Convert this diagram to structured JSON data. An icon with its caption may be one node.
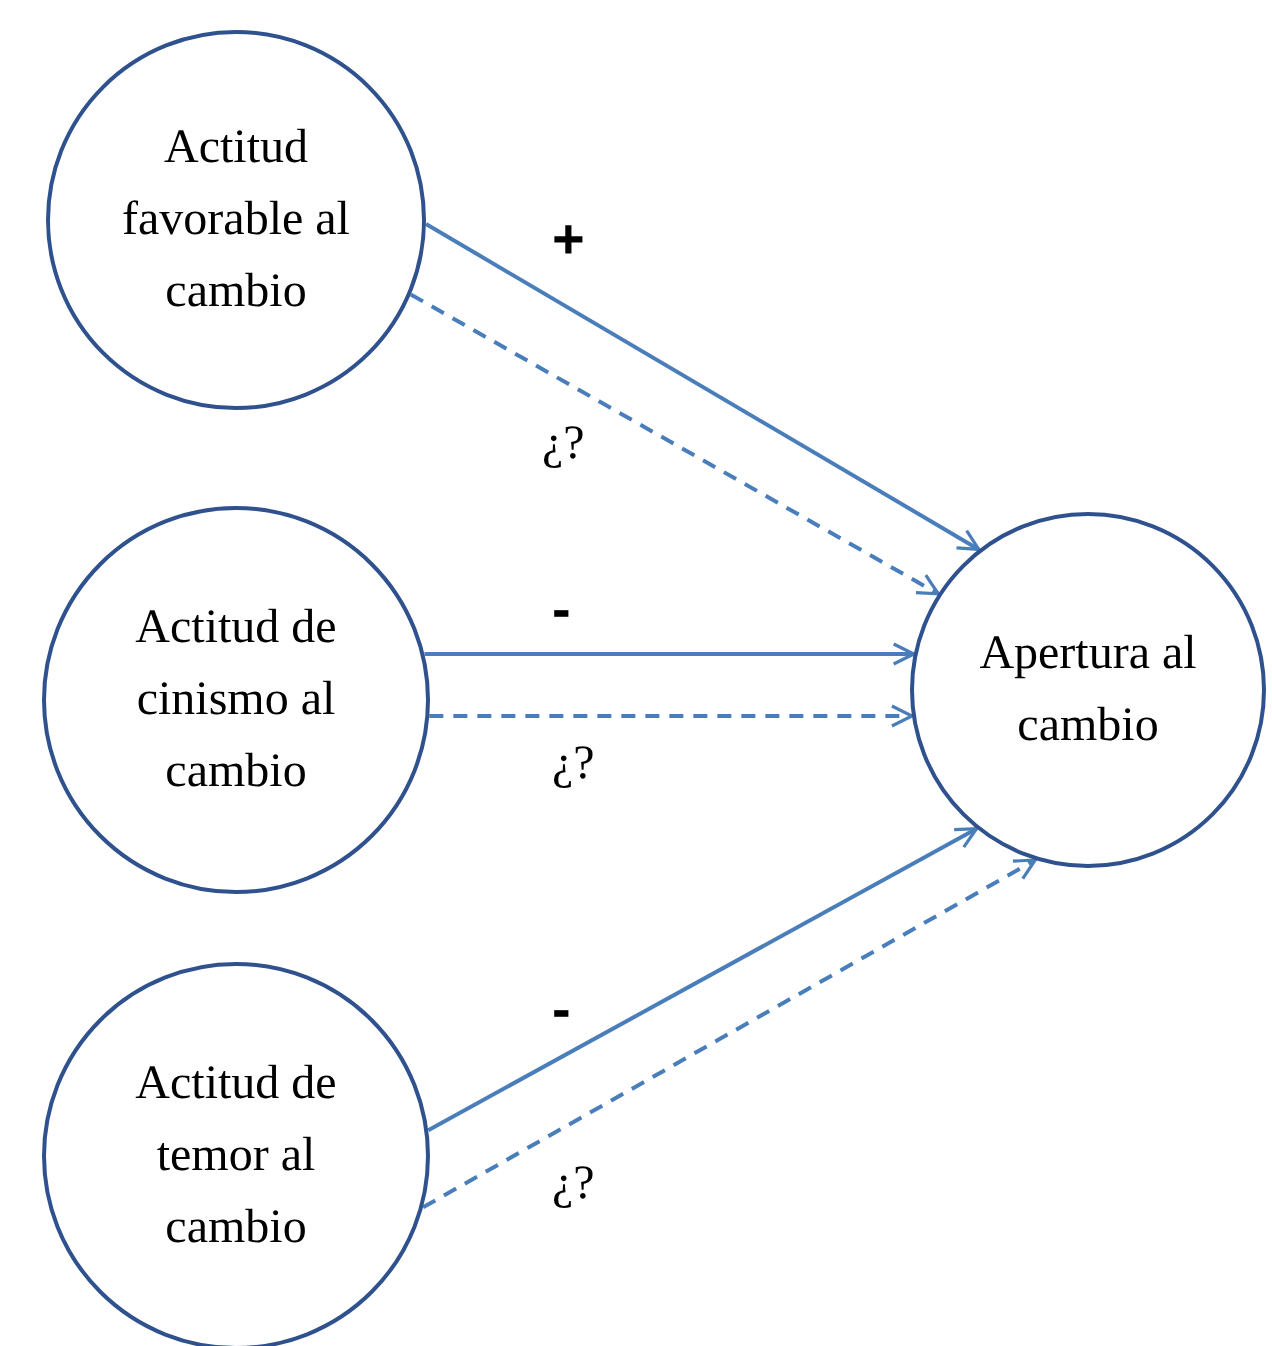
{
  "diagram": {
    "nodes": [
      {
        "text": [
          "Actitud favorable al cambio"
        ]
      },
      {
        "text": [
          "Actitud de cinismo al cambio"
        ]
      },
      {
        "text": [
          "Actitud de temor al cambio"
        ]
      },
      {
        "text": [
          "Apertura al cambio"
        ]
      }
    ],
    "edges": [
      {
        "from": 0,
        "to": 3,
        "arrow": "to",
        "label": "+"
      },
      {
        "from": 0,
        "to": 3,
        "arrow": "to",
        "label": "¿?",
        "style": "dashed"
      },
      {
        "from": 1,
        "to": 3,
        "arrow": "to",
        "label": "-"
      },
      {
        "from": 1,
        "to": 3,
        "arrow": "to",
        "label": "¿?",
        "style": "dashed"
      },
      {
        "from": 2,
        "to": 3,
        "arrow": "to",
        "label": "-"
      },
      {
        "from": 2,
        "to": 3,
        "arrow": "to",
        "label": "¿?",
        "style": "dashed"
      }
    ]
  }
}
